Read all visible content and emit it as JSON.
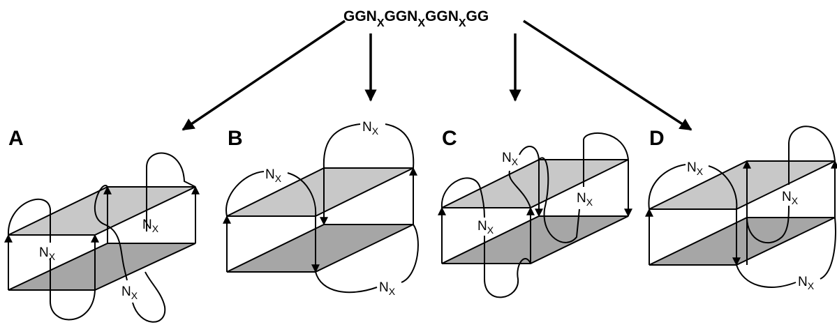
{
  "sequence": {
    "parts": [
      {
        "text": "GGN",
        "sub": "X"
      },
      {
        "text": "GGN",
        "sub": "X"
      },
      {
        "text": "GGN",
        "sub": "X"
      },
      {
        "text": "GG",
        "sub": ""
      }
    ]
  },
  "loop_label": {
    "main": "N",
    "sub": "X"
  },
  "panels": [
    {
      "label": "A"
    },
    {
      "label": "B"
    },
    {
      "label": "C"
    },
    {
      "label": "D"
    }
  ]
}
